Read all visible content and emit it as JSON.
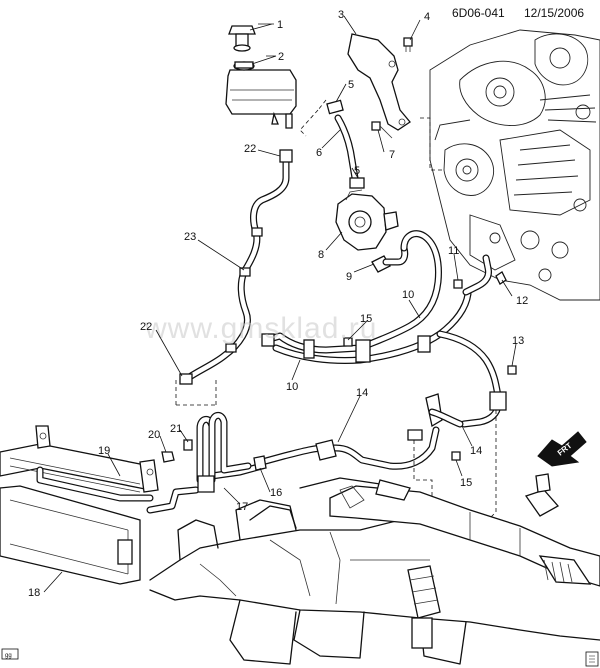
{
  "header": {
    "diagram_id": "6D06-041",
    "date": "12/15/2006"
  },
  "watermark": "www.gmsklad.ru",
  "orientation_arrow": {
    "label": "FRT"
  },
  "corner_tag": "gg",
  "callouts": [
    "1",
    "2",
    "3",
    "4",
    "5",
    "5",
    "6",
    "7",
    "8",
    "9",
    "10",
    "10",
    "11",
    "12",
    "13",
    "14",
    "14",
    "15",
    "15",
    "16",
    "17",
    "18",
    "19",
    "20",
    "21",
    "22",
    "22",
    "23"
  ]
}
